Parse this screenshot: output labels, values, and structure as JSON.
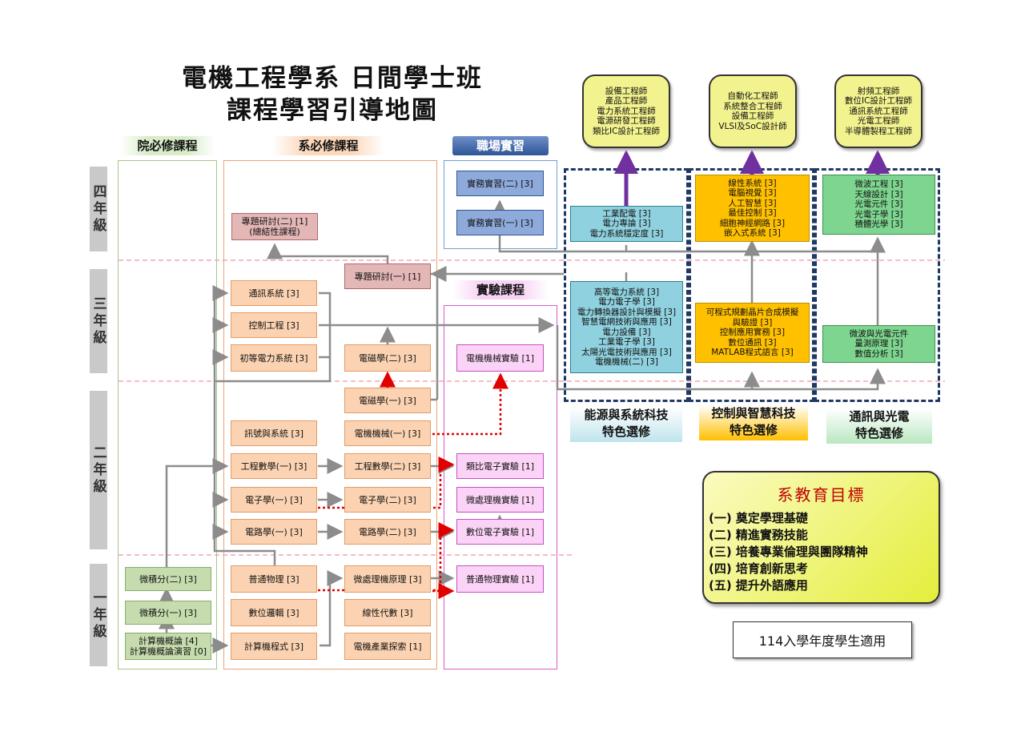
{
  "title": {
    "line1": "電機工程學系  日間學士班",
    "line2": "課程學習引導地圖"
  },
  "headers": {
    "college_required": "院必修課程",
    "dept_required": "系必修課程",
    "internship": "職場實習",
    "lab": "實驗課程"
  },
  "years": {
    "y4": "四年級",
    "y3": "三年級",
    "y2": "二年級",
    "y1": "一年級"
  },
  "college_courses": {
    "calc2": "微積分(二) [3]",
    "calc1": "微積分(一) [3]",
    "intro_cs": "計算機概論 [4]\n計算機概論演習 [0]"
  },
  "dept_courses": {
    "project2": "專題研討(二) [1]\n(總結性課程)",
    "project1": "專題研討(一) [1]",
    "comm_sys": "通訊系統 [3]",
    "control_eng": "控制工程 [3]",
    "intro_power": "初等電力系統 [3]",
    "em2": "電磁學(二) [3]",
    "em1": "電磁學(一) [3]",
    "signals": "訊號與系統 [3]",
    "machine1": "電機機械(一) [3]",
    "eng_math1": "工程數學(一) [3]",
    "eng_math2": "工程數學(二) [3]",
    "electronics1": "電子學(一) [3]",
    "electronics2": "電子學(二) [3]",
    "circuits1": "電路學(一) [3]",
    "circuits2": "電路學(二) [3]",
    "physics": "普通物理 [3]",
    "microproc": "微處理機原理 [3]",
    "digital_logic": "數位邏輯 [3]",
    "linear_alg": "線性代數 [3]",
    "programming": "計算機程式 [3]",
    "ee_explore": "電機產業探索 [1]"
  },
  "internship_courses": {
    "intern2": "實務實習(二) [3]",
    "intern1": "實務實習(一) [3]"
  },
  "lab_courses": {
    "machine_lab": "電機機械實驗 [1]",
    "analog_lab": "類比電子實驗 [1]",
    "micro_lab": "微處理機實驗 [1]",
    "digital_lab": "數位電子實驗 [1]",
    "physics_lab": "普通物理實驗 [1]"
  },
  "careers": {
    "energy": "設備工程師\n產品工程師\n電力系統工程師\n電源研發工程師\n類比IC設計工程師",
    "control": "自動化工程師\n系統整合工程師\n設備工程師\nVLSI及SoC設計師",
    "comm": "射頻工程師\n數位IC設計工程師\n通訊系統工程師\n光電工程師\n半導體製程工程師"
  },
  "electives": {
    "energy_y4": "工業配電 [3]\n電力專論 [3]\n電力系統穩定度 [3]",
    "energy_y3": "高等電力系統 [3]\n電力電子學 [3]\n電力轉換器設計與模擬 [3]\n智慧電網技術與應用 [3]\n電力設備 [3]\n工業電子學 [3]\n太陽光電技術與應用 [3]\n電機機械(二) [3]",
    "control_y4": "線性系統 [3]\n電腦視覺 [3]\n人工智慧 [3]\n最佳控制 [3]\n細胞神經網路 [3]\n嵌入式系統 [3]",
    "control_y3": "可程式規劃晶片合成模擬\n與驗證 [3]\n控制應用實務 [3]\n數位通訊 [3]\nMATLAB程式語言 [3]",
    "comm_y4": "微波工程 [3]\n天線設計 [3]\n光電元件 [3]\n光電子學 [3]\n積體光學 [3]",
    "comm_y3": "微波與光電元件\n量測原理 [3]\n數值分析 [3]"
  },
  "specialties": {
    "energy": "能源與系統科技\n特色選修",
    "control": "控制與智慧科技\n特色選修",
    "comm": "通訊與光電\n特色選修"
  },
  "goals": {
    "title": "系教育目標",
    "items": [
      "(一) 奠定學理基礎",
      "(二) 精進實務技能",
      "(三) 培養專業倫理與團隊精神",
      "(四) 培育創新思考",
      "(五) 提升外語應用"
    ]
  },
  "note": "114入學年度學生適用",
  "colors": {
    "purple_arrow": "#7030a0",
    "red_dotted": "#e00000",
    "gray_line": "#8c8c8c",
    "dash_border": "#1f3864"
  }
}
